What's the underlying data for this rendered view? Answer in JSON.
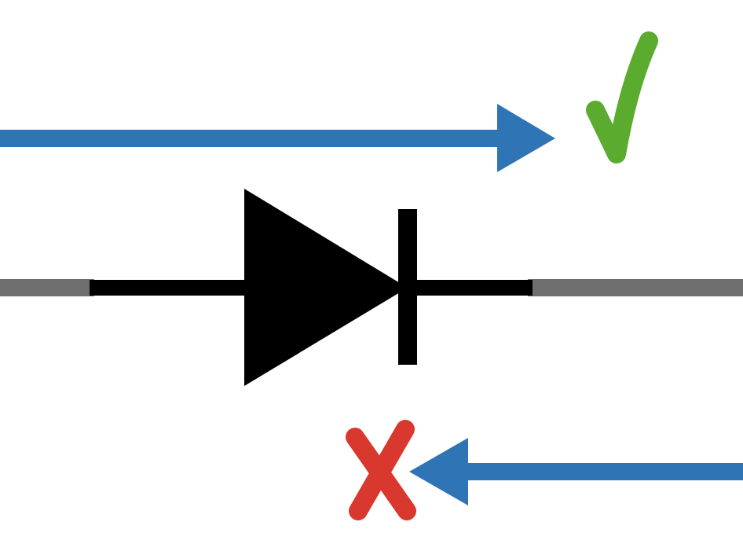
{
  "diagram": {
    "subject": "diode-current-direction",
    "elements": [
      {
        "id": "forward-current",
        "icon": "arrow-right-icon",
        "meaning": "allowed",
        "status_icon": "check-icon"
      },
      {
        "id": "diode",
        "icon": "diode-symbol-icon"
      },
      {
        "id": "reverse-current",
        "icon": "arrow-left-icon",
        "meaning": "blocked",
        "status_icon": "cross-icon"
      }
    ]
  },
  "colors": {
    "background": "#ffffff",
    "arrow": "#2f75b5",
    "wire": "#6e6e6e",
    "diode": "#000000",
    "check": "#5aab2e",
    "cross": "#d9382f"
  }
}
